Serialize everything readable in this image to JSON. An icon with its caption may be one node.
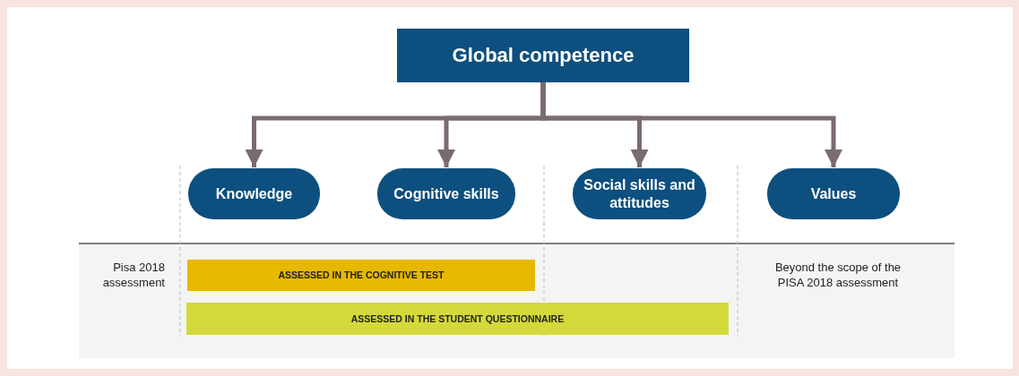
{
  "diagram": {
    "nodes": [
      {
        "text": [
          "Global competence"
        ]
      },
      {
        "text": [
          "Knowledge"
        ]
      },
      {
        "text": [
          "Cognitive skills"
        ]
      },
      {
        "text": [
          "Social skills and attitudes"
        ]
      },
      {
        "text": [
          "Values"
        ]
      },
      {
        "text": [
          "ASSESSED IN THE COGNITIVE TEST"
        ]
      },
      {
        "text": [
          "ASSESSED IN THE STUDENT QUESTIONNAIRE"
        ]
      }
    ],
    "edges": [
      {
        "from": 0,
        "to": 1,
        "arrow": "to"
      },
      {
        "from": 0,
        "to": 2,
        "arrow": "to"
      },
      {
        "from": 0,
        "to": 3,
        "arrow": "to"
      },
      {
        "from": 0,
        "to": 4,
        "arrow": "to"
      }
    ],
    "labels": [
      "Pisa 2018 assessment",
      "Beyond the scope of the PISA 2018 assessment"
    ]
  }
}
